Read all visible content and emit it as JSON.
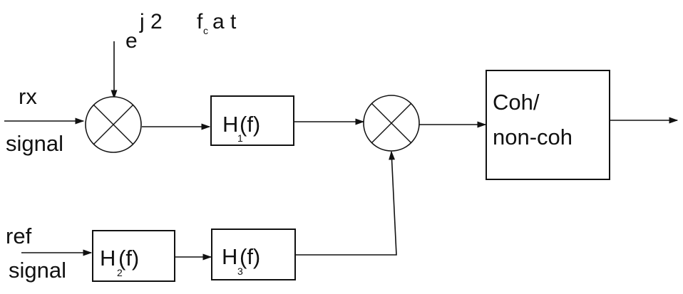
{
  "diagram": {
    "inputs": {
      "rx_top": "rx",
      "rx_bottom": "signal",
      "ref_top": "ref",
      "ref_bottom": "signal"
    },
    "oscillator": {
      "base": "e",
      "exp_j2": "j 2",
      "exp_f": "f",
      "exp_f_sub": "c",
      "exp_rest": "a t"
    },
    "blocks": {
      "h1": {
        "main": "H",
        "sub": "1",
        "arg": "(f)"
      },
      "h2": {
        "main": "H",
        "sub": "2",
        "arg": "(f)"
      },
      "h3": {
        "main": "H",
        "sub": "3",
        "arg": "(f)"
      },
      "detector": {
        "line1": "Coh/",
        "line2": "non-coh"
      }
    }
  }
}
